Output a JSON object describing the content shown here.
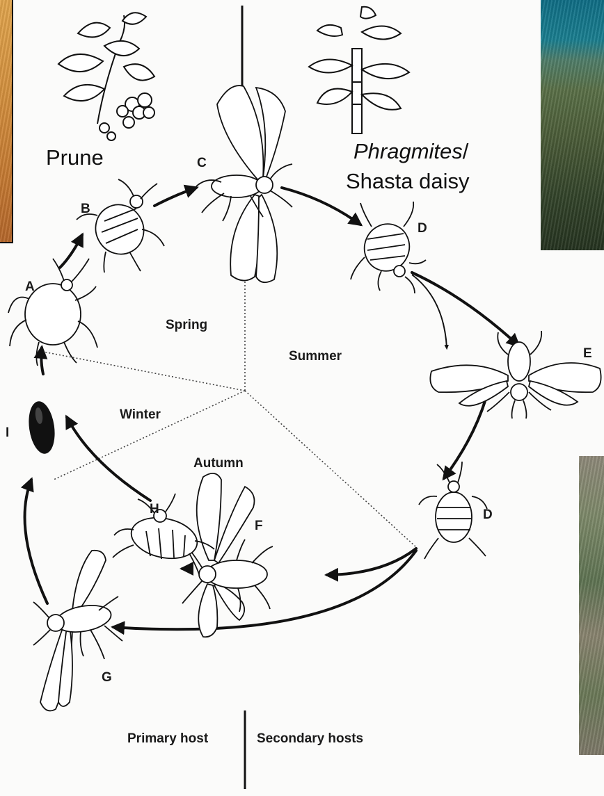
{
  "plant_labels": {
    "prune": "Prune",
    "phragmites": "Phragmites",
    "slash": "/",
    "shasta": "Shasta daisy"
  },
  "stages": {
    "A": "A",
    "B": "B",
    "C": "C",
    "D": "D",
    "E": "E",
    "F": "F",
    "G": "G",
    "H": "H",
    "I": "I"
  },
  "seasons": {
    "spring": "Spring",
    "summer": "Summer",
    "winter": "Winter",
    "autumn": "Autumn"
  },
  "hosts": {
    "primary": "Primary host",
    "secondary": "Secondary hosts"
  }
}
